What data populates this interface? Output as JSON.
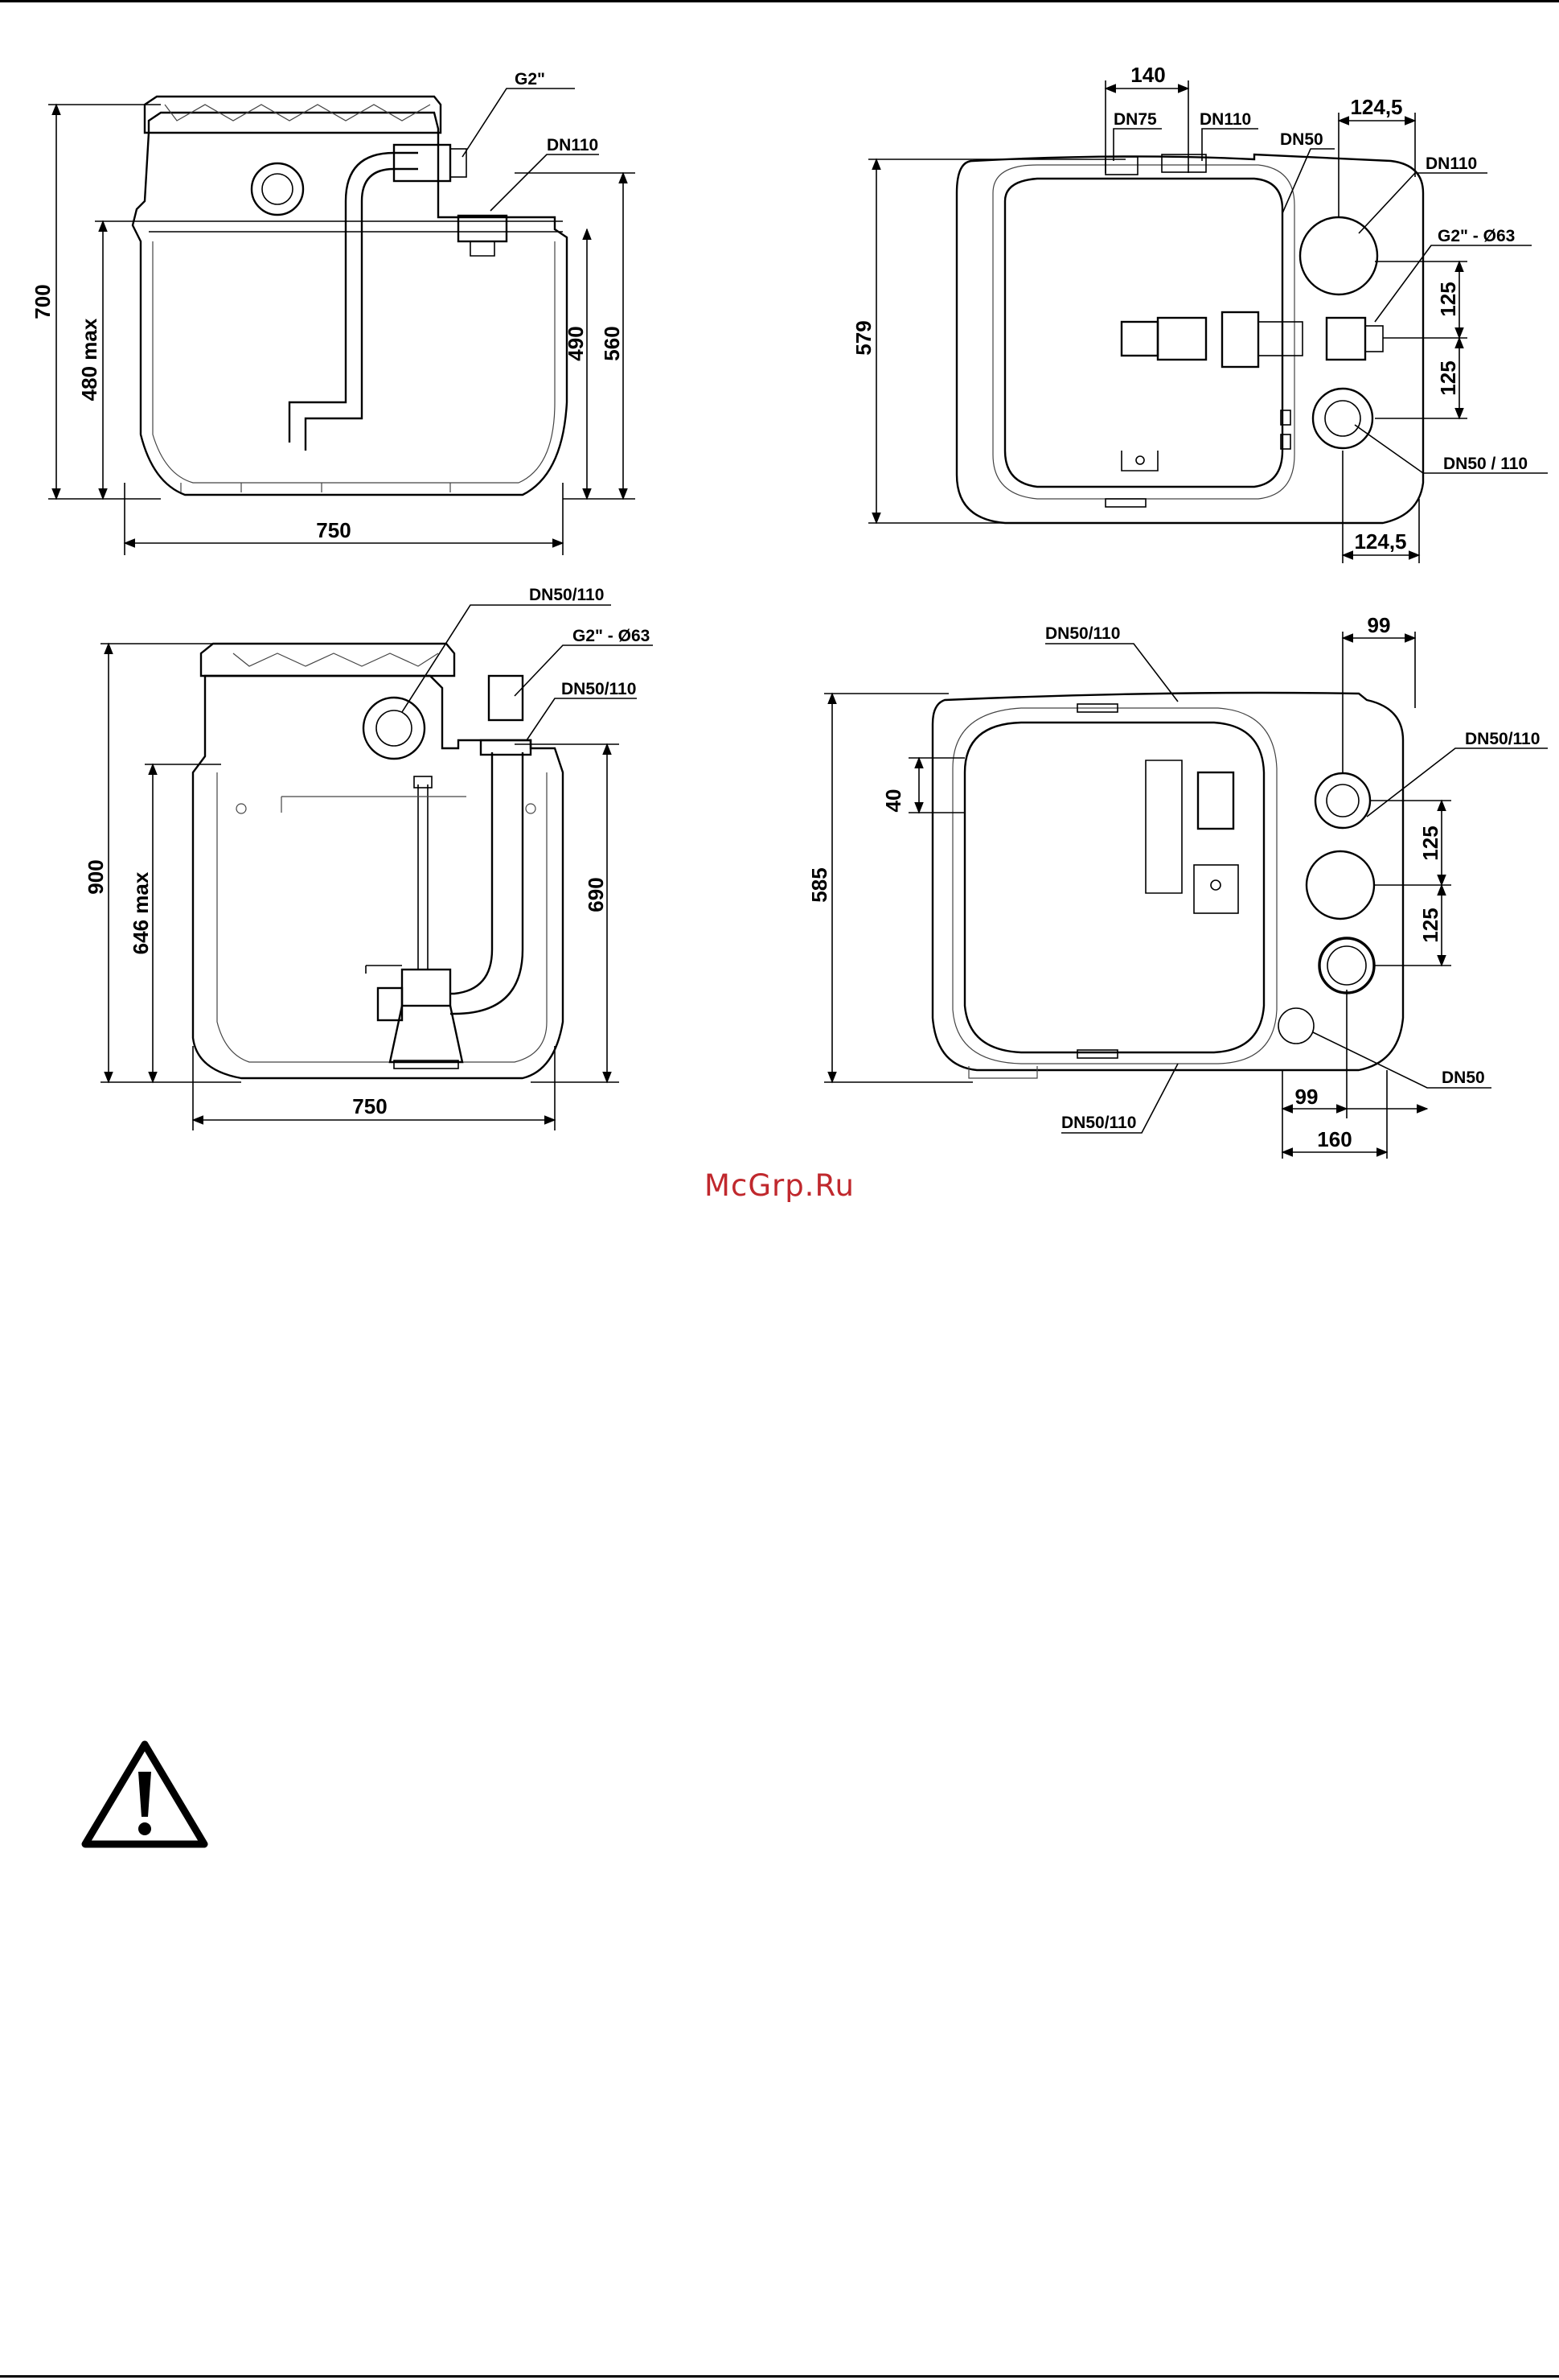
{
  "watermark": "McGrp.Ru",
  "views": {
    "front_view": {
      "dims": {
        "height_total": "700",
        "height_max": "480 max",
        "height_490": "490",
        "height_560": "560",
        "width": "750"
      },
      "callouts": {
        "g2": "G2\"",
        "dn110": "DN110"
      }
    },
    "top_view": {
      "dims": {
        "height": "579",
        "w140": "140",
        "w124_top": "124,5",
        "w124_bottom": "124,5",
        "v125_top": "125",
        "v125_bottom": "125"
      },
      "callouts": {
        "dn75": "DN75",
        "dn110_a": "DN110",
        "dn50": "DN50",
        "dn110_b": "DN110",
        "g2_63": "G2\" - Ø63",
        "dn50_110": "DN50 / 110"
      }
    },
    "side_view": {
      "dims": {
        "height_total": "900",
        "height_max": "646 max",
        "height_690": "690",
        "width": "750"
      },
      "callouts": {
        "dn50_110_a": "DN50/110",
        "g2_63": "G2\" - Ø63",
        "dn50_110_b": "DN50/110"
      }
    },
    "bottom_top_view": {
      "dims": {
        "height": "585",
        "h40": "40",
        "w99_top": "99",
        "v125_top": "125",
        "v125_bottom": "125",
        "w99_bottom": "99",
        "w160": "160"
      },
      "callouts": {
        "dn50_110_top": "DN50/110",
        "dn50_110_right": "DN50/110",
        "dn50": "DN50",
        "dn50_110_bottom": "DN50/110"
      }
    }
  },
  "icons": {
    "warning": "warning-triangle-icon"
  }
}
